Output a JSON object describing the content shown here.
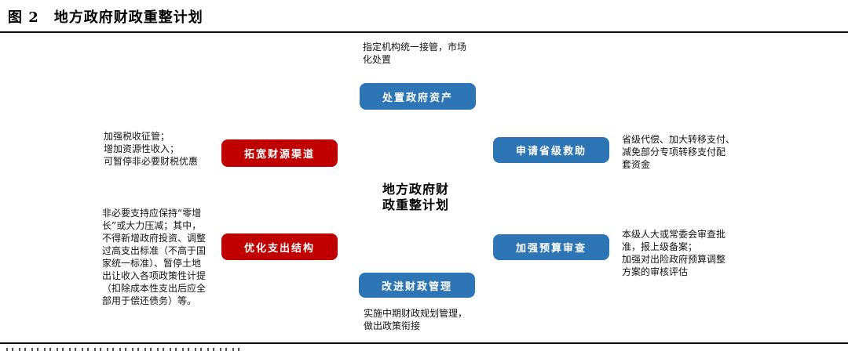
{
  "title": "图 2　地方政府财政重整计划",
  "colors": {
    "blue": "#2E75B6",
    "red": "#C00000"
  },
  "center_label": "地方政府财\n政重整计划",
  "nodes": {
    "dispose_assets": {
      "label": "处置政府资产",
      "note": "指定机构统一接管，市场\n化处置"
    },
    "broaden_revenue": {
      "label": "拓宽财源渠道",
      "note": "加强税收征管；\n增加资源性收入；\n可暂停非必要财税优惠"
    },
    "optimize_expenditure": {
      "label": "优化支出结构",
      "note": "非必要支持应保持“零增\n长”或大力压减；其中，\n不得新增政府投资、调整\n过高支出标准（不高于国\n家统一标准）、暂停土地\n出让收入各项政策性计提\n（扣除成本性支出后应全\n部用于偿还债务）等。"
    },
    "provincial_aid": {
      "label": "申请省级救助",
      "note": "省级代偿、加大转移支付、\n减免部分专项转移支付配\n套资金"
    },
    "budget_review": {
      "label": "加强预算审查",
      "note": "本级人大或常委会审查批\n准，报上级备案；\n加强对出险政府预算调整\n方案的审核评估"
    },
    "improve_management": {
      "label": "改进财政管理",
      "note": "实施中期财政规划管理，\n做出政策衔接"
    }
  }
}
